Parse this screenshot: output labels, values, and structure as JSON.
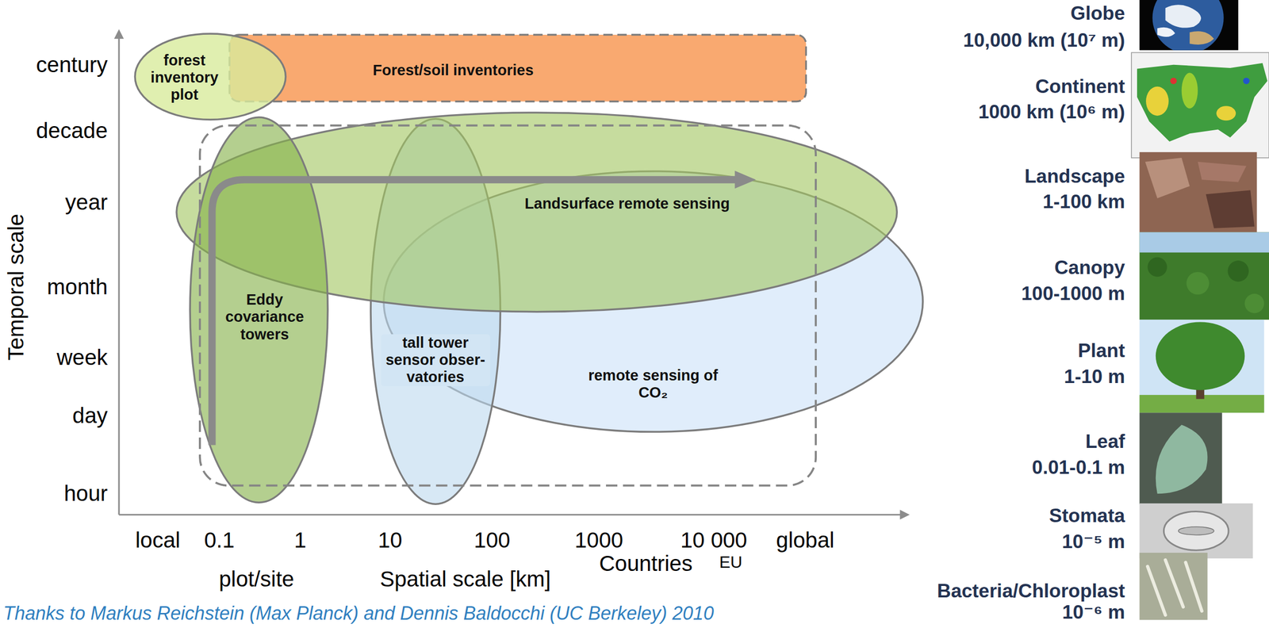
{
  "diagram": {
    "caption": "Thanks to Markus Reichstein (Max Planck) and Dennis Baldocchi (UC Berkeley) 2010",
    "nodes": [
      {
        "text": [
          "forest inventory plot"
        ]
      },
      {
        "text": [
          "Forest/soil inventories"
        ]
      },
      {
        "text": [
          "Landsurface remote sensing"
        ]
      },
      {
        "text": [
          "Eddy covariance towers"
        ]
      },
      {
        "text": [
          "tall tower sensor obser- vatories"
        ]
      },
      {
        "text": [
          "remote sensing of CO₂"
        ]
      }
    ],
    "labels": [
      "century",
      "decade",
      "year",
      "month",
      "week",
      "day",
      "hour",
      "Temporal scale",
      "local",
      "0.1",
      "1",
      "10",
      "100",
      "1000",
      "10 000",
      "global",
      "plot/site",
      "Spatial scale [km]",
      "Countries",
      "EU",
      "Globe",
      "10,000 km (10⁷ m)",
      "Continent",
      "1000 km (10⁶ m)",
      "Landscape",
      "1-100 km",
      "Canopy",
      "100-1000 m",
      "Plant",
      "1-10 m",
      "Leaf",
      "0.01-0.1 m",
      "Stomata",
      "10⁻⁵ m",
      "Bacteria/Chloroplast",
      "10⁻⁶ m"
    ]
  }
}
